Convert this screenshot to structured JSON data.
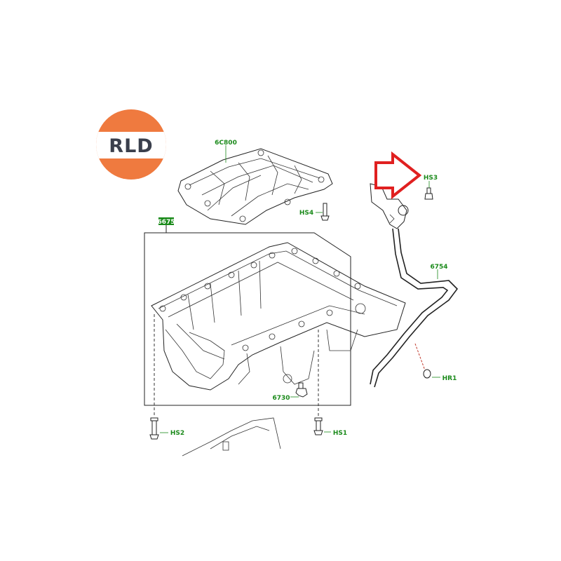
{
  "logo": {
    "text": "RLD",
    "top_color": "#ef7a3f",
    "bottom_color": "#ef7a3f",
    "band_color": "#ffffff"
  },
  "callout_arrow": {
    "color": "#e02020",
    "points_to": "HS3"
  },
  "labels": {
    "bedplate": "6C800",
    "oil_pan": "6675",
    "dipstick_tube": "6754",
    "drain_plug": "6730",
    "bolt_hs1": "HS1",
    "bolt_hs2": "HS2",
    "bolt_hs3": "HS3",
    "bolt_hs4": "HS4",
    "oring_hr1": "HR1"
  },
  "colors": {
    "label_green": "#1a8a1a",
    "line": "#222222"
  }
}
